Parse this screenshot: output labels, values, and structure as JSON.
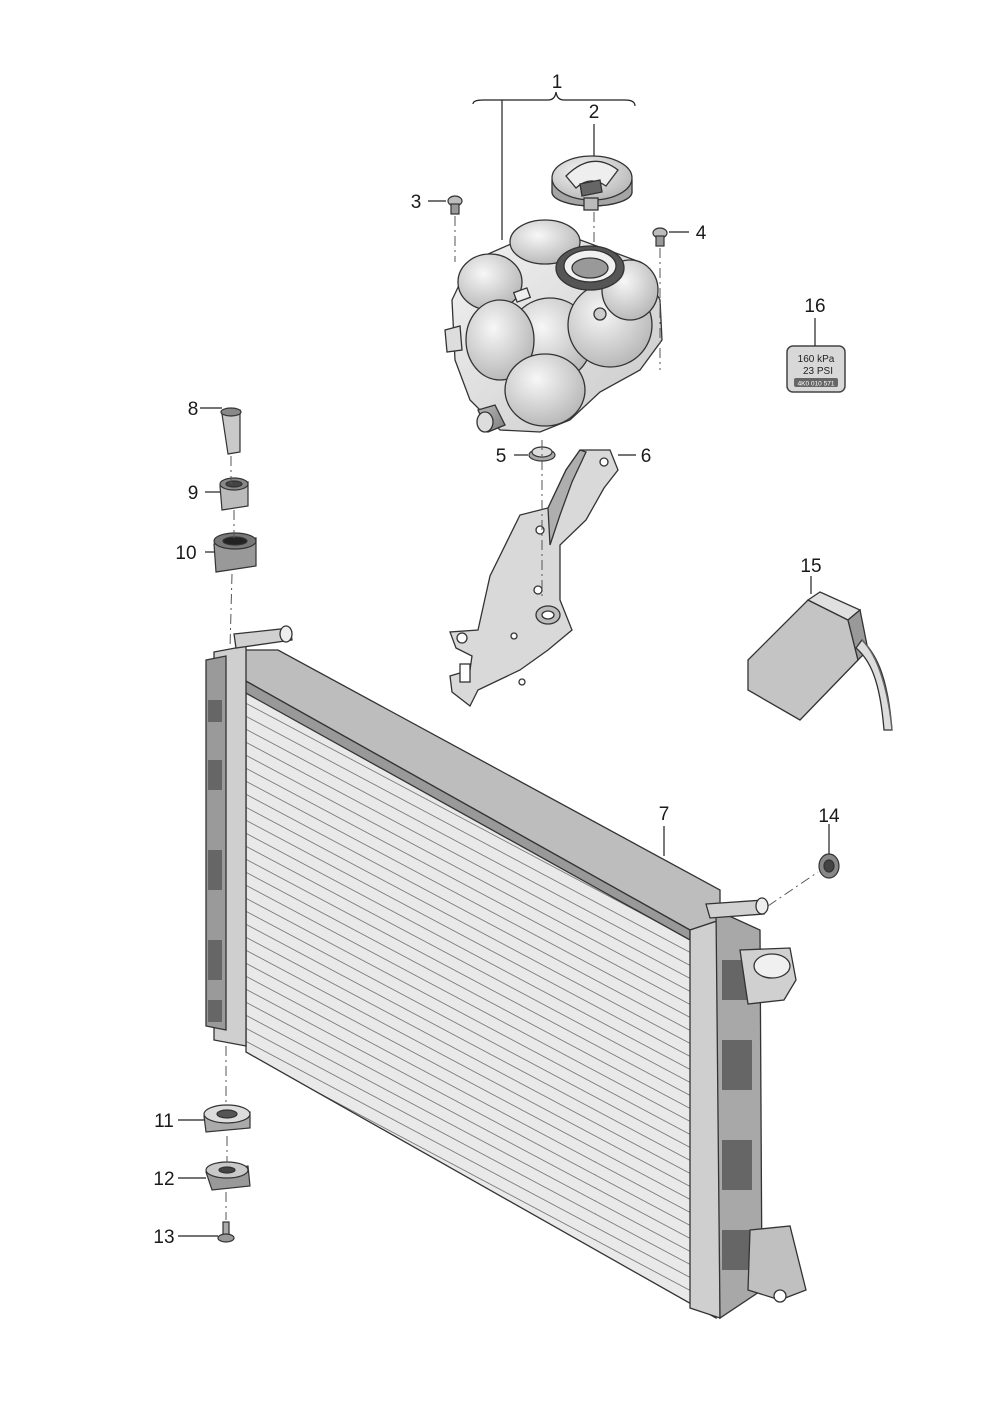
{
  "diagram": {
    "callouts": [
      {
        "id": "1",
        "text": "1"
      },
      {
        "id": "2",
        "text": "2"
      },
      {
        "id": "3",
        "text": "3"
      },
      {
        "id": "4",
        "text": "4"
      },
      {
        "id": "5",
        "text": "5"
      },
      {
        "id": "6",
        "text": "6"
      },
      {
        "id": "7",
        "text": "7"
      },
      {
        "id": "8",
        "text": "8"
      },
      {
        "id": "9",
        "text": "9"
      },
      {
        "id": "10",
        "text": "10"
      },
      {
        "id": "11",
        "text": "11"
      },
      {
        "id": "12",
        "text": "12"
      },
      {
        "id": "13",
        "text": "13"
      },
      {
        "id": "14",
        "text": "14"
      },
      {
        "id": "15",
        "text": "15"
      },
      {
        "id": "16",
        "text": "16"
      }
    ],
    "label_plate": {
      "line1": "160 kPa",
      "line2": "23 PSI",
      "part_no": "4K0 010 571"
    }
  }
}
